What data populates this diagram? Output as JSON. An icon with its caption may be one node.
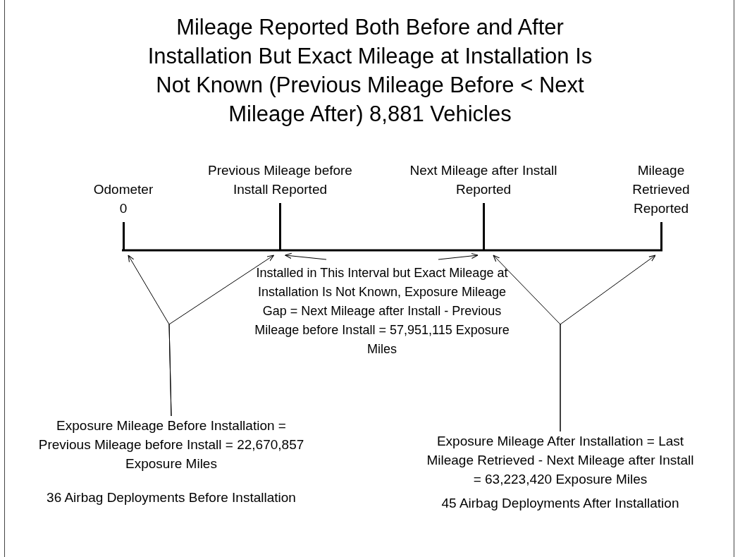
{
  "diagram": {
    "title": "Mileage Reported Both Before and After Installation But Exact Mileage at Installation Is Not Known (Previous Mileage Before < Next Mileage After) 8,881 Vehicles",
    "nodes": [
      {
        "text": [
          "Odometer 0"
        ]
      },
      {
        "text": [
          "Previous Mileage before Install Reported"
        ]
      },
      {
        "text": [
          "Next Mileage after Install Reported"
        ]
      },
      {
        "text": [
          "Mileage Retrieved Reported"
        ]
      },
      {
        "text": [
          "Installed in This Interval but Exact Mileage at Installation Is Not Known, Exposure Mileage Gap = Next Mileage after Install - Previous Mileage before Install = 57,951,115 Exposure Miles"
        ]
      },
      {
        "text": [
          "Exposure Mileage Before Installation = Previous Mileage before Install = 22,670,857 Exposure Miles"
        ],
        "beside": [
          "36 Airbag Deployments Before Installation"
        ]
      },
      {
        "text": [
          "Exposure Mileage After Installation = Last Mileage Retrieved - Next Mileage after Install = 63,223,420 Exposure Miles"
        ],
        "beside": [
          "45 Airbag Deployments After Installation"
        ]
      }
    ],
    "edges": [
      {
        "from": 5,
        "to": 0,
        "arrow": "to"
      },
      {
        "from": 5,
        "to": 1,
        "arrow": "to"
      },
      {
        "from": 4,
        "to": 1,
        "arrow": "to"
      },
      {
        "from": 4,
        "to": 2,
        "arrow": "to"
      },
      {
        "from": 6,
        "to": 2,
        "arrow": "to"
      },
      {
        "from": 6,
        "to": 3,
        "arrow": "to"
      }
    ]
  }
}
